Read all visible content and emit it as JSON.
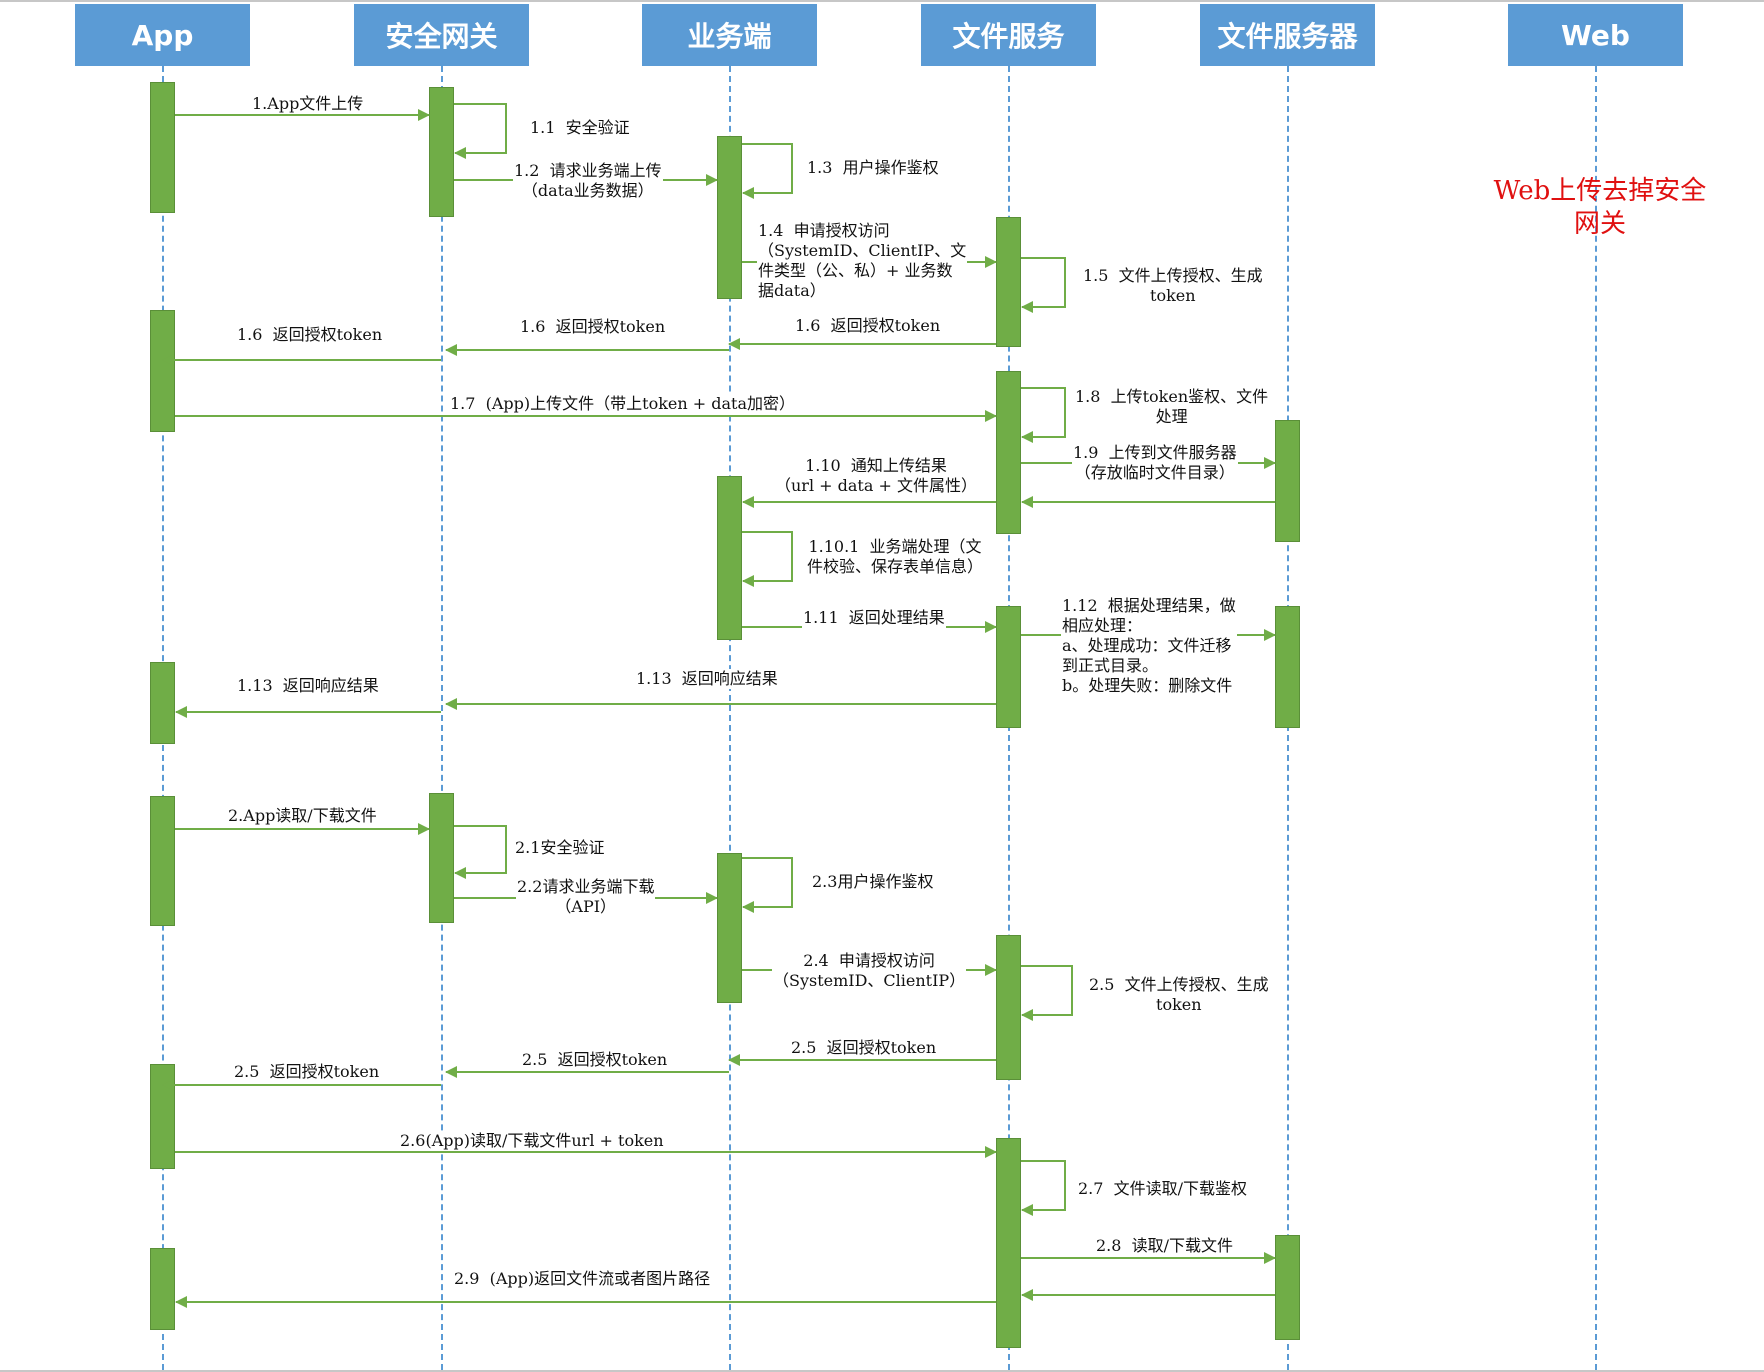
{
  "participants": [
    "App",
    "安全网关",
    "业务端",
    "文件服务",
    "文件服务器",
    "Web"
  ],
  "colors": {
    "header": "#5b9bd5",
    "activation": "#70ad47",
    "arrow": "#70ad47",
    "note": "#e01010"
  },
  "note": "Web上传去掉安全\n网关",
  "messages": [
    "1.App文件上传",
    "1.1  安全验证",
    "1.2  请求业务端上传\n（data业务数据）",
    "1.3  用户操作鉴权",
    "1.4  申请授权访问\n（SystemID、ClientIP、文\n件类型（公、私）+ 业务数\n据data）",
    "1.5  文件上传授权、生成\ntoken",
    "1.6  返回授权token",
    "1.6  返回授权token",
    "1.6  返回授权token",
    "1.7  (App)上传文件（带上token + data加密）",
    "1.8  上传token鉴权、文件\n处理",
    "1.9  上传到文件服务器\n（存放临时文件目录）",
    "1.10  通知上传结果\n（url + data + 文件属性）",
    "1.10.1  业务端处理（文\n件校验、保存表单信息）",
    "1.11  返回处理结果",
    "1.12  根据处理结果，做\n相应处理：\na、处理成功：文件迁移\n到正式目录。\nb。处理失败：删除文件",
    "1.13  返回响应结果",
    "1.13  返回响应结果",
    "2.App读取/下载文件",
    "2.1安全验证",
    "2.2请求业务端下载\n（API）",
    "2.3用户操作鉴权",
    "2.4  申请授权访问\n（SystemID、ClientIP）",
    "2.5  文件上传授权、生成\ntoken",
    "2.5  返回授权token",
    "2.5  返回授权token",
    "2.5  返回授权token",
    "2.6(App)读取/下载文件url + token",
    "2.7  文件读取/下载鉴权",
    "2.8  读取/下载文件",
    "2.9  (App)返回文件流或者图片路径"
  ]
}
